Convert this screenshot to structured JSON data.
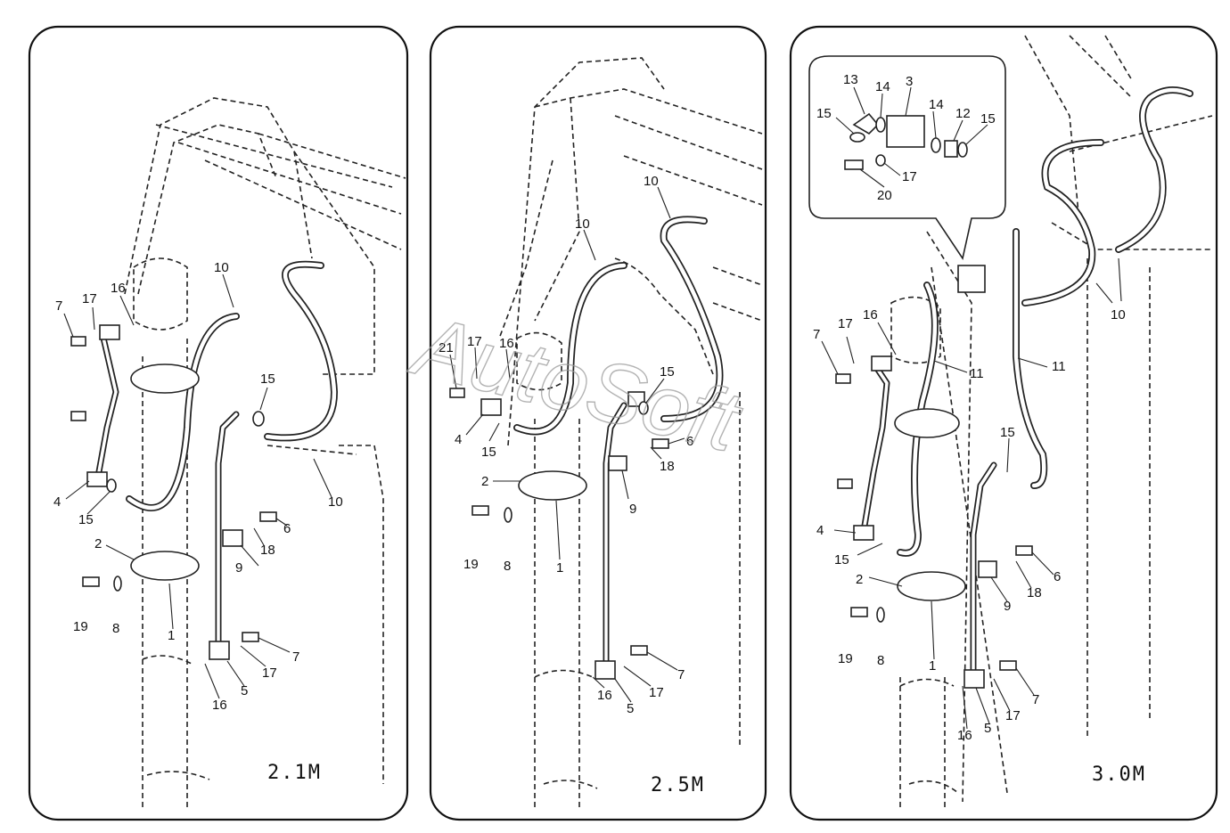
{
  "watermark": "AutoSoft",
  "panels": [
    {
      "id": "p1",
      "label": "2.1M",
      "callouts": [
        "7",
        "17",
        "16",
        "10",
        "15",
        "4",
        "15",
        "10",
        "2",
        "19",
        "8",
        "1",
        "9",
        "18",
        "6",
        "7",
        "17",
        "5",
        "16"
      ]
    },
    {
      "id": "p2",
      "label": "2.5M",
      "callouts": [
        "10",
        "10",
        "21",
        "17",
        "16",
        "15",
        "4",
        "15",
        "6",
        "18",
        "2",
        "9",
        "19",
        "8",
        "1",
        "7",
        "17",
        "5",
        "16"
      ]
    },
    {
      "id": "p3",
      "label": "3.0M",
      "callouts": [
        "13",
        "14",
        "3",
        "14",
        "12",
        "15",
        "15",
        "17",
        "20",
        "10",
        "7",
        "17",
        "16",
        "11",
        "11",
        "15",
        "4",
        "15",
        "2",
        "6",
        "18",
        "9",
        "19",
        "8",
        "1",
        "7",
        "17",
        "16",
        "5"
      ]
    }
  ]
}
